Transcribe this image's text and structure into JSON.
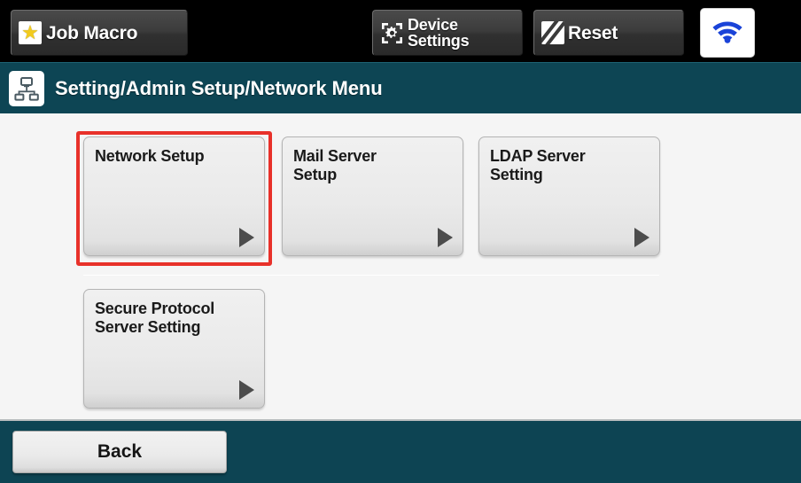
{
  "toolbar": {
    "job_macro": {
      "label": "Job Macro",
      "icon": "star-icon"
    },
    "device_settings": {
      "label_line1": "Device",
      "label_line2": "Settings",
      "icon": "device-settings-icon"
    },
    "reset": {
      "label": "Reset",
      "icon": "eraser-icon"
    },
    "wifi": {
      "icon": "wifi-icon",
      "color": "#1a43d8"
    }
  },
  "titlebar": {
    "icon": "network-icon",
    "breadcrumb": "Setting/Admin Setup/Network Menu",
    "background": "#0d4554"
  },
  "content": {
    "background": "#f5f5f5",
    "highlight_color": "#e8312a",
    "highlighted_tile": "Network Setup",
    "tiles": [
      {
        "label": "Network Setup",
        "arrow": "play-arrow-icon",
        "highlighted": true
      },
      {
        "label": "Mail Server\nSetup",
        "arrow": "play-arrow-icon",
        "highlighted": false
      },
      {
        "label": "LDAP Server\nSetting",
        "arrow": "play-arrow-icon",
        "highlighted": false
      },
      {
        "label": "Secure Protocol\nServer Setting",
        "arrow": "play-arrow-icon",
        "highlighted": false
      }
    ]
  },
  "footer": {
    "back_label": "Back",
    "background": "#0d4453"
  }
}
